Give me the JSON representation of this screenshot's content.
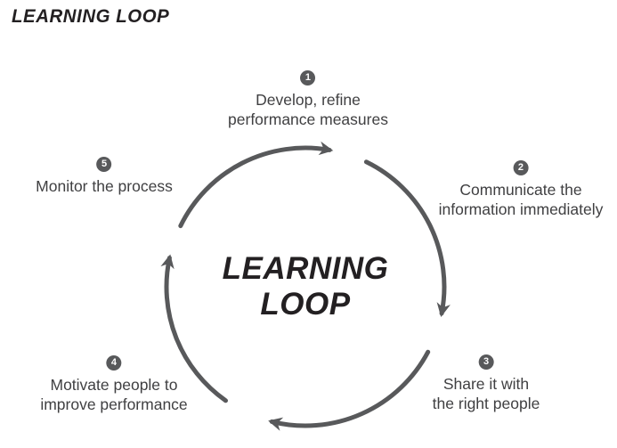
{
  "page_title": "LEARNING LOOP",
  "center_label": {
    "line1": "LEARNING",
    "line2": "LOOP"
  },
  "steps": [
    {
      "number": "1",
      "lines": [
        "Develop, refine",
        "performance measures"
      ]
    },
    {
      "number": "2",
      "lines": [
        "Communicate the",
        "information immediately"
      ]
    },
    {
      "number": "3",
      "lines": [
        "Share it with",
        "the right people"
      ]
    },
    {
      "number": "4",
      "lines": [
        "Motivate people to",
        "improve performance"
      ]
    },
    {
      "number": "5",
      "lines": [
        "Monitor the process",
        ""
      ]
    }
  ],
  "colors": {
    "arrow": "#58595b",
    "badge_bg": "#58595b",
    "badge_number": "#ffffff",
    "step_text": "#404042",
    "title_text": "#232022",
    "background": "#ffffff"
  }
}
